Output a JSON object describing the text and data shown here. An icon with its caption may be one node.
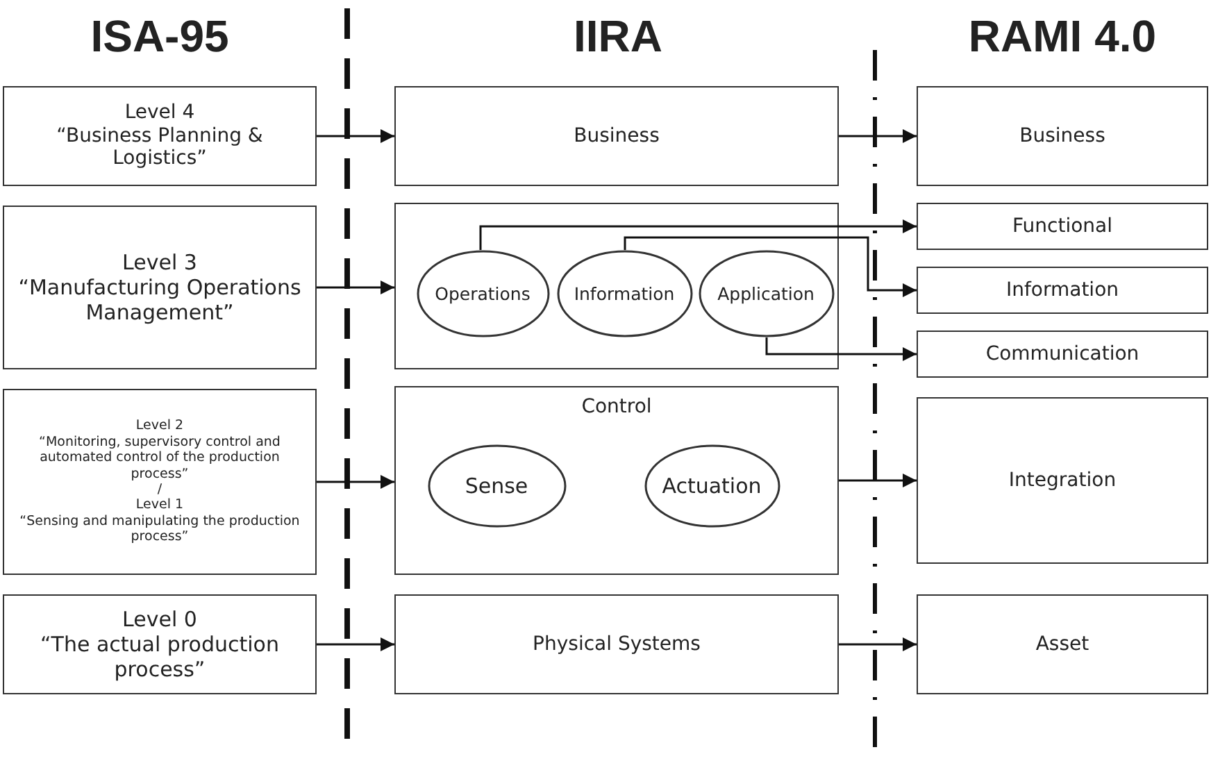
{
  "diagram": {
    "nodes": [
      {
        "text": [
          "Level 4",
          "“Business Planning & Logistics”"
        ]
      },
      {
        "text": [
          "Level 3",
          "“Manufacturing Operations Management”"
        ]
      },
      {
        "text": [
          "Level 2",
          "“Monitoring, supervisory control and automated control of the production process”",
          "/",
          "Level 1",
          "“Sensing and manipulating the production process”"
        ]
      },
      {
        "text": [
          "Level 0",
          "“The actual production process”"
        ]
      },
      {
        "text": [
          "Business"
        ]
      },
      {
        "text": [],
        "shape": "box"
      },
      {
        "text": [
          "Operations"
        ],
        "in": 5
      },
      {
        "text": [
          "Information"
        ],
        "in": 5
      },
      {
        "text": [
          "Application"
        ],
        "in": 5
      },
      {
        "text": [
          "Control"
        ]
      },
      {
        "text": [
          "Sense"
        ],
        "in": 9
      },
      {
        "text": [
          "Actuation"
        ],
        "in": 9
      },
      {
        "text": [
          "Physical Systems"
        ]
      },
      {
        "text": [
          "Business"
        ]
      },
      {
        "text": [
          "Functional"
        ]
      },
      {
        "text": [
          "Information"
        ]
      },
      {
        "text": [
          "Communication"
        ]
      },
      {
        "text": [
          "Integration"
        ]
      },
      {
        "text": [
          "Asset"
        ]
      }
    ],
    "edges": [
      {
        "from": 0,
        "to": 4,
        "arrow": "to"
      },
      {
        "from": 1,
        "to": 5,
        "arrow": "to"
      },
      {
        "from": 2,
        "to": 9,
        "arrow": "to"
      },
      {
        "from": 3,
        "to": 12,
        "arrow": "to"
      },
      {
        "from": 4,
        "to": 13,
        "arrow": "to"
      },
      {
        "from": 6,
        "to": 14,
        "arrow": "to"
      },
      {
        "from": 7,
        "to": 15,
        "arrow": "to"
      },
      {
        "from": 8,
        "to": 16,
        "arrow": "to"
      },
      {
        "from": 9,
        "to": 17,
        "arrow": "to"
      },
      {
        "from": 12,
        "to": 18,
        "arrow": "to"
      }
    ],
    "labels": [
      "ISA-95",
      "IIRA",
      "RAMI 4.0"
    ]
  }
}
